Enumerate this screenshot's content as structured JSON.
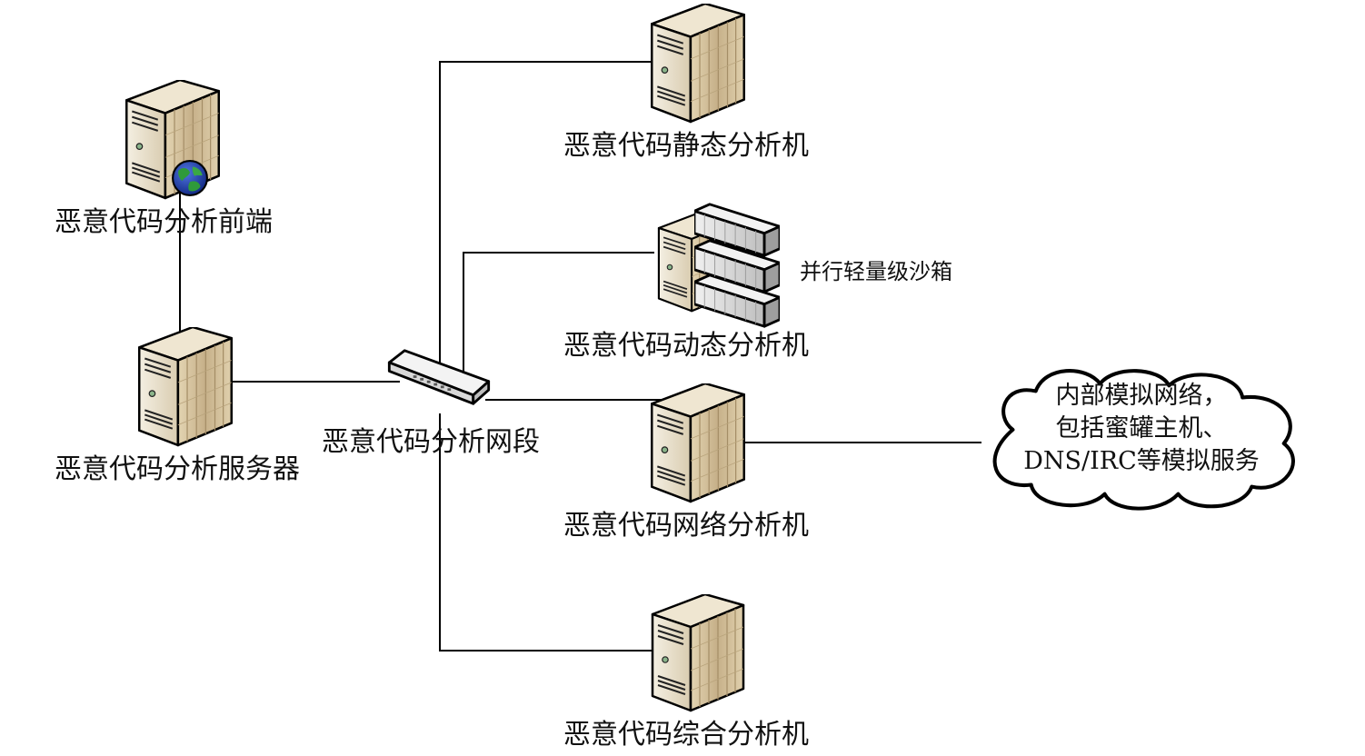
{
  "nodes": {
    "frontend": {
      "label": "恶意代码分析前端",
      "icon": "server-globe-icon"
    },
    "server": {
      "label": "恶意代码分析服务器",
      "icon": "server-icon"
    },
    "segment": {
      "label": "恶意代码分析网段",
      "icon": "network-switch-icon"
    },
    "static": {
      "label": "恶意代码静态分析机",
      "icon": "server-icon"
    },
    "dynamic": {
      "label": "恶意代码动态分析机",
      "icon": "server-icon"
    },
    "sandbox": {
      "label": "并行轻量级沙箱",
      "icon": "sandbox-rack-icon"
    },
    "network": {
      "label": "恶意代码网络分析机",
      "icon": "server-icon"
    },
    "comprehensive": {
      "label": "恶意代码综合分析机",
      "icon": "server-icon"
    }
  },
  "cloud": {
    "lines": [
      "内部模拟网络，",
      "包括蜜罐主机、",
      "DNS/IRC等模拟服务"
    ],
    "icon": "cloud-icon"
  },
  "colors": {
    "line": "#000000",
    "server_body": "#e9dfc8",
    "server_side": "#c8b48f",
    "globe_land": "#2f9a3a",
    "globe_sea": "#1d3fa8",
    "switch_body": "#e7e7e7",
    "sandbox_body": "#d7d7d7"
  }
}
